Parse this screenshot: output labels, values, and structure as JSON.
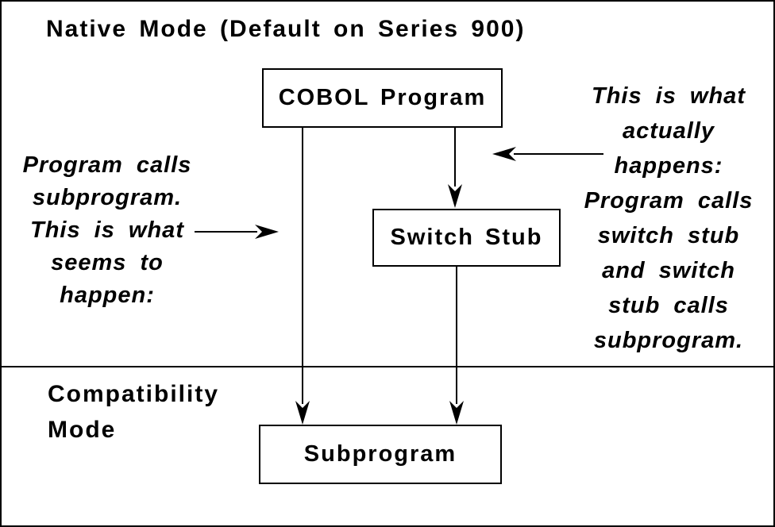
{
  "native_section": {
    "title": "Native Mode (Default on Series 900)"
  },
  "compatibility_section": {
    "label_line1": "Compatibility",
    "label_line2": "Mode"
  },
  "boxes": {
    "cobol_program": {
      "label": "COBOL Program"
    },
    "switch_stub": {
      "label": "Switch Stub"
    },
    "subprogram": {
      "label": "Subprogram"
    }
  },
  "left_annotation": {
    "lines": [
      "Program calls",
      "subprogram.",
      "This is what",
      "seems to",
      "happen:"
    ]
  },
  "right_annotation": {
    "lines": [
      "This is what",
      "actually",
      "happens:",
      "Program calls",
      "switch stub",
      "and switch",
      "stub calls",
      "subprogram."
    ]
  },
  "colors": {
    "ink": "#000000",
    "paper": "#ffffff"
  }
}
